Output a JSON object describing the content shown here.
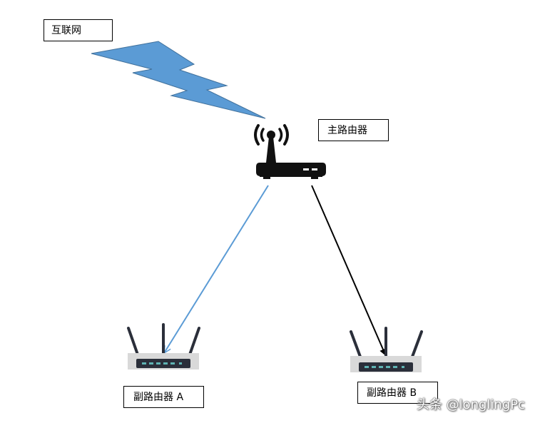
{
  "labels": {
    "internet": "互联网",
    "main_router": "主路由器",
    "sub_router_a": "副路由器 A",
    "sub_router_b": "副路由器 B"
  },
  "watermark": "头条 @longlingPc",
  "colors": {
    "lightning": "#5b9bd5",
    "lightning_stroke": "#41719c",
    "link_a": "#5b9bd5",
    "link_b": "#000000",
    "router_body": "#1a1a1a",
    "sub_router_case": "#d9d9d9",
    "sub_router_panel": "#2b2f3a",
    "led": "#5fb3b3"
  },
  "links": [
    {
      "from": "main_router",
      "to": "sub_router_a",
      "color": "blue"
    },
    {
      "from": "main_router",
      "to": "sub_router_b",
      "color": "black"
    }
  ],
  "icons": [
    "lightning-icon",
    "wifi-router-icon",
    "router-a-icon",
    "router-b-icon"
  ]
}
